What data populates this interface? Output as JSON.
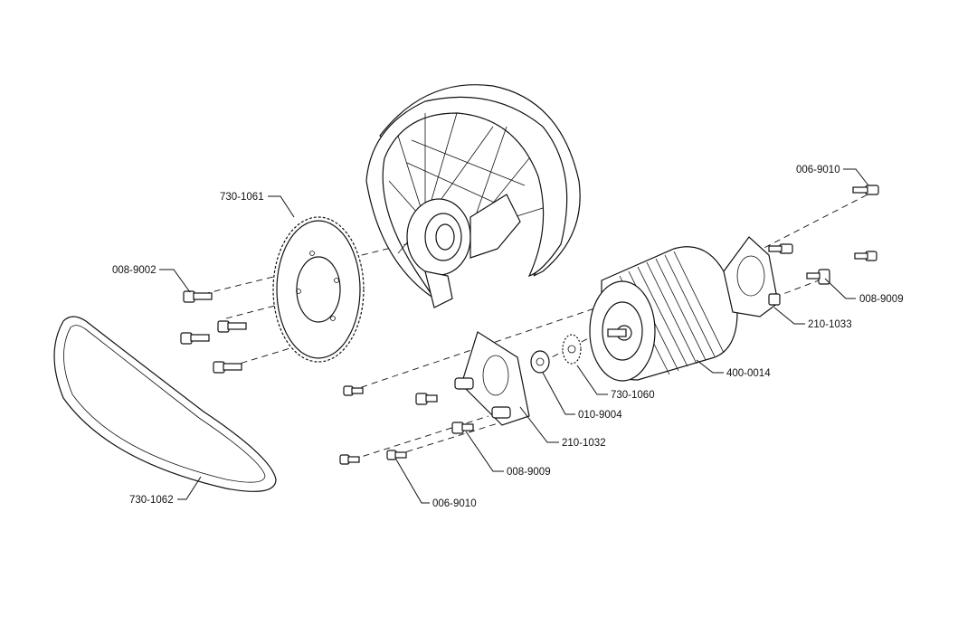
{
  "labels": {
    "p730_1061": "730-1061",
    "p008_9002": "008-9002",
    "p730_1062": "730-1062",
    "p006_9010_top": "006-9010",
    "p008_9009_right": "008-9009",
    "p210_1033": "210-1033",
    "p400_0014": "400-0014",
    "p730_1060": "730-1060",
    "p010_9004": "010-9004",
    "p210_1032": "210-1032",
    "p008_9009_bottom": "008-9009",
    "p006_9010_bottom": "006-9010"
  }
}
